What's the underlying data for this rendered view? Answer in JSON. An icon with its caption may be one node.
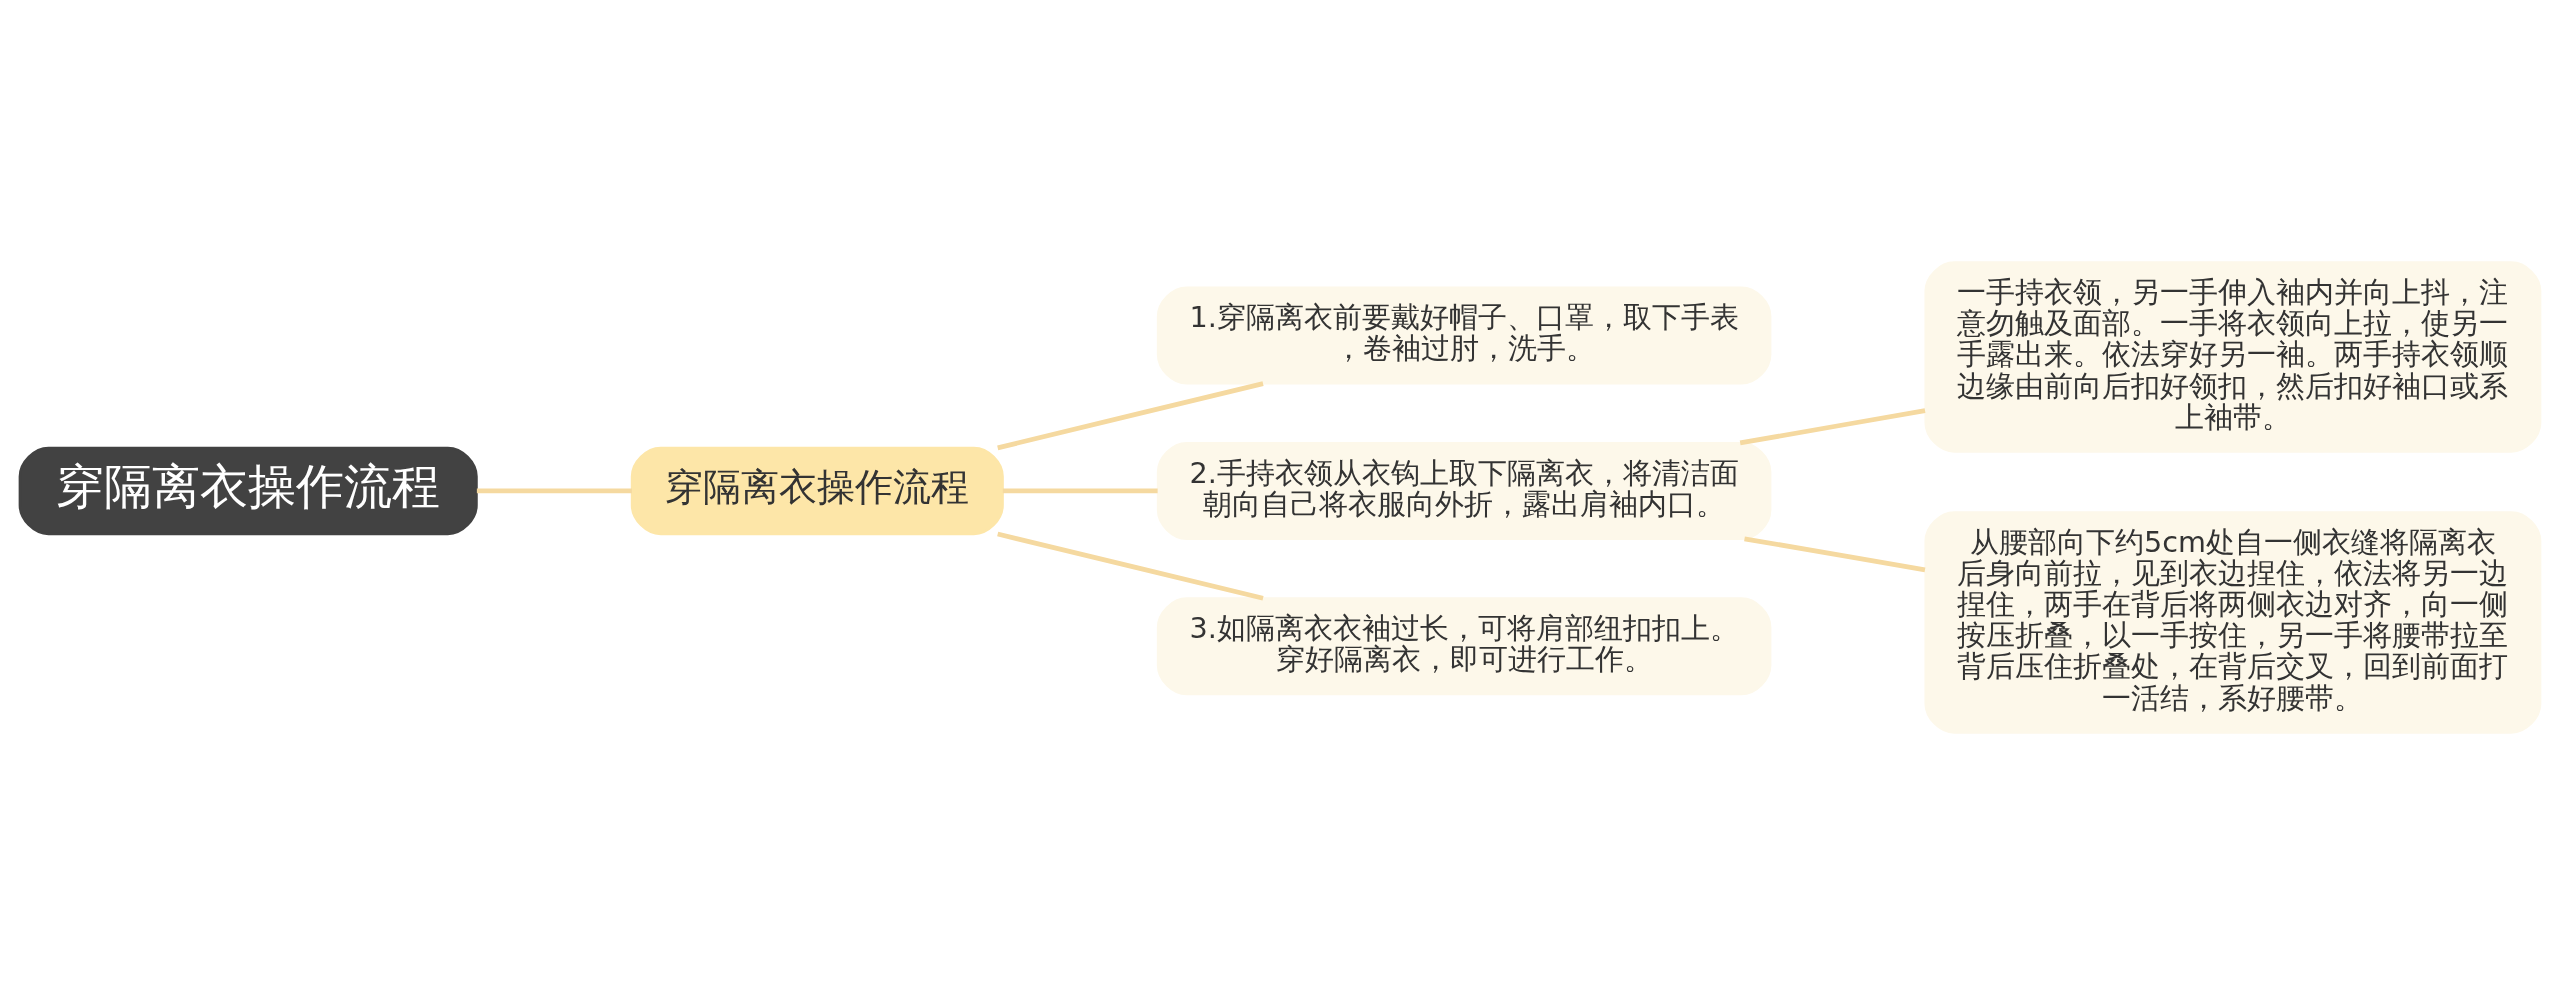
{
  "diagram": {
    "nodes": [
      {
        "text": [
          "穿隔离衣操作流程"
        ]
      },
      {
        "text": [
          "穿隔离衣操作流程"
        ]
      },
      {
        "text": [
          "1.穿隔离衣前要戴好帽子、口罩，取下手表，卷袖过肘，洗手。"
        ]
      },
      {
        "text": [
          "2.手持衣领从衣钩上取下隔离衣，将清洁面朝向自己将衣服向外折，露出肩袖内口。"
        ]
      },
      {
        "text": [
          "3.如隔离衣衣袖过长，可将肩部纽扣扣上。穿好隔离衣，即可进行工作。"
        ]
      },
      {
        "text": [
          "一手持衣领，另一手伸入袖内并向上抖，注意勿触及面部。一手将衣领向上拉，使另一手露出来。依法穿好另一袖。两手持衣领顺边缘由前向后扣好领扣，然后扣好袖口或系上袖带。"
        ]
      },
      {
        "text": [
          "从腰部向下约5cm处自一侧衣缝将隔离衣后身向前拉，见到衣边捏住，依法将另一边捏住，两手在背后将两侧衣边对齐，向一侧按压折叠，以一手按住，另一手将腰带拉至背后压住折叠处，在背后交叉，回到前面打一活结，系好腰带。"
        ]
      }
    ],
    "edges": [
      {
        "from": 0,
        "to": 1,
        "arrow": "none"
      },
      {
        "from": 1,
        "to": 2,
        "arrow": "none"
      },
      {
        "from": 1,
        "to": 3,
        "arrow": "none"
      },
      {
        "from": 1,
        "to": 4,
        "arrow": "none"
      },
      {
        "from": 3,
        "to": 5,
        "arrow": "none"
      },
      {
        "from": 3,
        "to": 6,
        "arrow": "none"
      }
    ]
  }
}
